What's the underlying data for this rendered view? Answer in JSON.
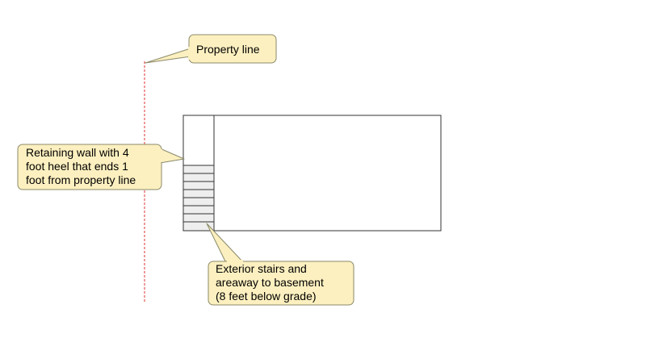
{
  "diagram": {
    "callouts": {
      "property_line": {
        "lines": [
          "Property line"
        ]
      },
      "retaining_wall": {
        "lines": [
          "Retaining wall with 4",
          "foot heel that ends 1",
          "foot from property line"
        ]
      },
      "exterior_stairs": {
        "lines": [
          "Exterior stairs and",
          "areaway to basement",
          "(8 feet below grade)"
        ]
      }
    },
    "colors": {
      "callout_fill": "#fdf0c0",
      "callout_stroke": "#8a8a6a",
      "property_line": "#e03030",
      "building_stroke": "#333333",
      "stair_fill": "#eeeeee"
    }
  }
}
